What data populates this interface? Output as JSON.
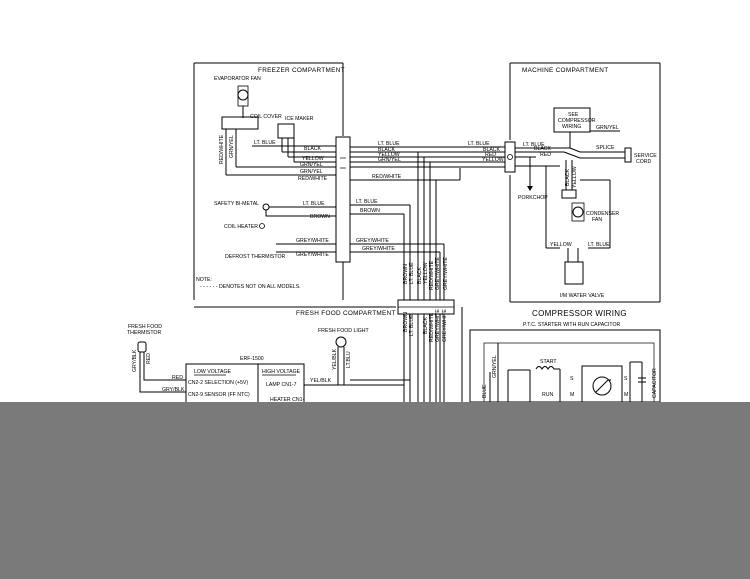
{
  "sections": {
    "freezer": "FREEZER COMPARTMENT",
    "machine": "MACHINE COMPARTMENT",
    "fresh_food": "FRESH FOOD COMPARTMENT",
    "compressor": "COMPRESSOR WIRING",
    "ptc": "P.T.C. STARTER WITH RUN CAPACITOR"
  },
  "components": {
    "evaporator_fan": "EVAPORATOR FAN",
    "coil_cover": "COIL COVER",
    "ice_maker": "ICE MAKER",
    "safety_bimetal": "SAFETY BI-METAL",
    "coil_heater": "COIL HEATER",
    "defrost_thermistor": "DEFROST THERMISTOR",
    "see_compressor_1": "SEE",
    "see_compressor_2": "COMPRESSOR",
    "see_compressor_3": "WIRING",
    "splice": "SPLICE",
    "service_cord_1": "SERVICE",
    "service_cord_2": "CORD",
    "porkchop": "PORKCHOP",
    "condenser_fan_1": "CONDENSER",
    "condenser_fan_2": "FAN",
    "water_valve": "I/M WATER VALVE",
    "fresh_food_light": "FRESH FOOD LIGHT",
    "fresh_food_thermistor_1": "FRESH FOOD",
    "fresh_food_thermistor_2": "THERMISTOR",
    "control_board": "ERF-1500",
    "start": "START",
    "run": "RUN",
    "capacitor": "CAPACITOR"
  },
  "note": {
    "title": "NOTE:",
    "text": "- - - - - - DENOTES NOT ON ALL MODELS."
  },
  "board": {
    "low_voltage": "LOW VOLTAGE",
    "high_voltage": "HIGH VOLTAGE",
    "cn2_2": "CN2-2 SELECTION (+5V)",
    "cn2_9": "CN2-9 SENSOR (FF NTC)",
    "lamp": "LAMP CN1-7",
    "heater": "HEATER CN1-"
  },
  "wires": {
    "black": "BLACK",
    "yellow": "YELLOW",
    "grn_yel": "GRN/YEL",
    "red_white": "RED/WHITE",
    "lt_blue": "LT. BLUE",
    "brown": "BROWN",
    "grey_white": "GREY/WHITE",
    "red": "RED",
    "gry_blk": "GRY/BLK",
    "yel_blk": "YEL/BLK",
    "lt_blu": "LT.BLU",
    "blue": "BLUE",
    "lt_blue_short": "LT BLUE",
    "lt_blue_gap": "LT. BLUE"
  },
  "terminals": {
    "s": "S",
    "m": "M"
  }
}
